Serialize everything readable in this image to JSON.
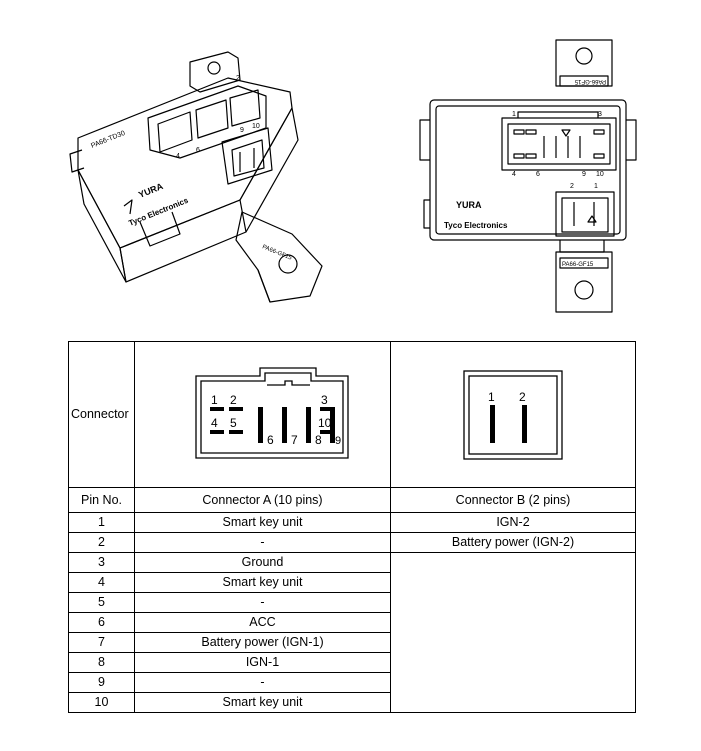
{
  "illustration": {
    "left_part": {
      "code_label": "PA66-TD30",
      "brand": "YURA",
      "maker": "Tyco Electronics",
      "foot_label": "PA66-GF15",
      "pin_marks": [
        "4",
        "6",
        "9",
        "10",
        "2"
      ]
    },
    "right_part": {
      "top_label": "PA66-GF15",
      "brand": "YURA",
      "maker": "Tyco Electronics",
      "foot_label": "PA66-GF15",
      "pin_marks": [
        "1",
        "3",
        "4",
        "6",
        "9",
        "10",
        "2",
        "1"
      ]
    }
  },
  "table": {
    "connector_label": "Connector",
    "header": {
      "pin_no": "Pin No.",
      "connector_a": "Connector A (10 pins)",
      "connector_b": "Connector B (2 pins)"
    },
    "connector_a_pins": [
      "1",
      "2",
      "3",
      "4",
      "5",
      "6",
      "7",
      "8",
      "9",
      "10"
    ],
    "connector_b_pins": [
      "1",
      "2"
    ],
    "rows": [
      {
        "pin": "1",
        "a": "Smart key unit",
        "b": "IGN-2"
      },
      {
        "pin": "2",
        "a": "-",
        "b": "Battery power (IGN-2)"
      },
      {
        "pin": "3",
        "a": "Ground"
      },
      {
        "pin": "4",
        "a": "Smart key unit"
      },
      {
        "pin": "5",
        "a": "-"
      },
      {
        "pin": "6",
        "a": "ACC"
      },
      {
        "pin": "7",
        "a": "Battery power (IGN-1)"
      },
      {
        "pin": "8",
        "a": "IGN-1"
      },
      {
        "pin": "9",
        "a": "-"
      },
      {
        "pin": "10",
        "a": "Smart key unit"
      }
    ]
  }
}
